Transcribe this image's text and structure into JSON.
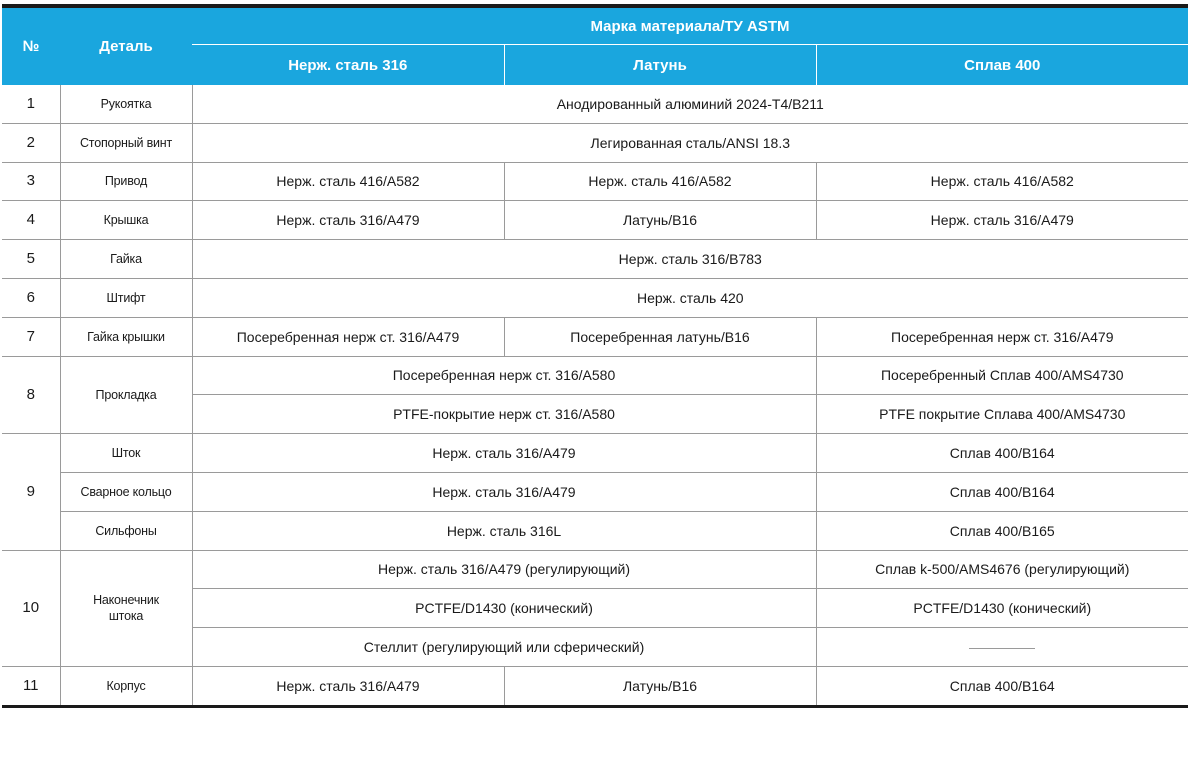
{
  "header": {
    "num": "№",
    "part": "Деталь",
    "group": "Марка материала/ТУ ASTM",
    "col_a": "Нерж. сталь 316",
    "col_b": "Латунь",
    "col_c": "Сплав 400"
  },
  "rows": {
    "r1": {
      "num": "1",
      "part": "Рукоятка",
      "all": "Анодированный алюминий 2024-T4/B211"
    },
    "r2": {
      "num": "2",
      "part": "Стопорный винт",
      "all": "Легированная сталь/ANSI 18.3"
    },
    "r3": {
      "num": "3",
      "part": "Привод",
      "a": "Нерж. сталь 416/A582",
      "b": "Нерж. сталь 416/A582",
      "c": "Нерж. сталь 416/A582"
    },
    "r4": {
      "num": "4",
      "part": "Крышка",
      "a": "Нерж. сталь 316/A479",
      "b": "Латунь/B16",
      "c": "Нерж. сталь 316/A479"
    },
    "r5": {
      "num": "5",
      "part": "Гайка",
      "all": "Нерж. сталь 316/B783"
    },
    "r6": {
      "num": "6",
      "part": "Штифт",
      "all": "Нерж. сталь 420"
    },
    "r7": {
      "num": "7",
      "part": "Гайка крышки",
      "a": "Посеребренная нерж ст. 316/A479",
      "b": "Посеребренная латунь/B16",
      "c": "Посеребренная нерж ст. 316/A479"
    },
    "r8": {
      "num": "8",
      "part": "Прокладка",
      "ab1": "Посеребренная нерж ст. 316/A580",
      "c1": "Посеребренный Сплав 400/AMS4730",
      "ab2": "PTFE-покрытие нерж ст. 316/A580",
      "c2": "PTFE покрытие Сплава 400/AMS4730"
    },
    "r9": {
      "num": "9",
      "sub1": {
        "part": "Шток",
        "ab": "Нерж. сталь 316/A479",
        "c": "Сплав 400/B164"
      },
      "sub2": {
        "part": "Сварное кольцо",
        "ab": "Нерж. сталь 316/A479",
        "c": "Сплав 400/B164"
      },
      "sub3": {
        "part": "Сильфоны",
        "ab": "Нерж. сталь 316L",
        "c": "Сплав 400/B165"
      }
    },
    "r10": {
      "num": "10",
      "part": "Наконечник штока",
      "ab1": "Нерж. сталь 316/A479 (регулирующий)",
      "c1": "Сплав k-500/AMS4676 (регулирующий)",
      "ab2": "PCTFE/D1430 (конический)",
      "c2": "PCTFE/D1430 (конический)",
      "ab3": "Стеллит (регулирующий или сферический)"
    },
    "r11": {
      "num": "11",
      "part": "Корпус",
      "a": "Нерж. сталь 316/A479",
      "b": "Латунь/B16",
      "c": "Сплав 400/B164"
    }
  }
}
